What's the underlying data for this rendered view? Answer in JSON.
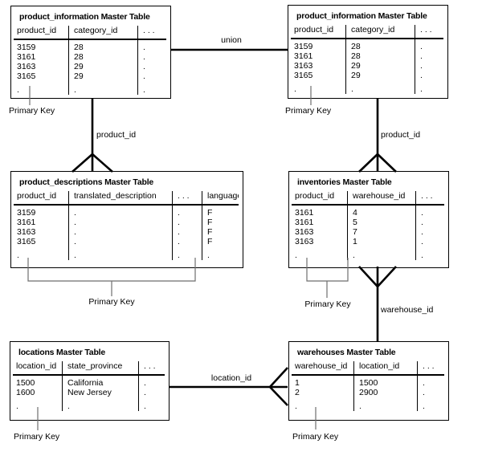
{
  "diagram": {
    "tables": [
      {
        "title": "product_information Master Table",
        "columns": [
          "product_id",
          "category_id",
          ". . ."
        ],
        "rows": [
          [
            "3159",
            "28",
            "."
          ],
          [
            "3161",
            "28",
            "."
          ],
          [
            "3163",
            "29",
            "."
          ],
          [
            "3165",
            "29",
            "."
          ],
          [
            ".",
            ".",
            "."
          ]
        ]
      },
      {
        "title": "product_information Master Table",
        "columns": [
          "product_id",
          "category_id",
          ". . ."
        ],
        "rows": [
          [
            "3159",
            "28",
            "."
          ],
          [
            "3161",
            "28",
            "."
          ],
          [
            "3163",
            "29",
            "."
          ],
          [
            "3165",
            "29",
            "."
          ],
          [
            ".",
            ".",
            "."
          ]
        ]
      },
      {
        "title": "product_descriptions Master Table",
        "columns": [
          "product_id",
          "translated_description",
          ". . .",
          "language_id"
        ],
        "rows": [
          [
            "3159",
            ".",
            ".",
            "F"
          ],
          [
            "3161",
            ".",
            ".",
            "F"
          ],
          [
            "3163",
            ".",
            ".",
            "F"
          ],
          [
            "3165",
            ".",
            ".",
            "F"
          ],
          [
            ".",
            ".",
            ".",
            "."
          ]
        ]
      },
      {
        "title": "inventories Master Table",
        "columns": [
          "product_id",
          "warehouse_id",
          ". . ."
        ],
        "rows": [
          [
            "3161",
            "4",
            "."
          ],
          [
            "3161",
            "5",
            "."
          ],
          [
            "3163",
            "7",
            "."
          ],
          [
            "3163",
            "1",
            "."
          ],
          [
            ".",
            ".",
            "."
          ]
        ]
      },
      {
        "title": "locations Master Table",
        "columns": [
          "location_id",
          "state_province",
          ". . ."
        ],
        "rows": [
          [
            "1500",
            "California",
            "."
          ],
          [
            "1600",
            "New Jersey",
            "."
          ],
          [
            ".",
            ".",
            "."
          ]
        ]
      },
      {
        "title": "warehouses Master Table",
        "columns": [
          "warehouse_id",
          "location_id",
          ". . ."
        ],
        "rows": [
          [
            "1",
            "1500",
            "."
          ],
          [
            "2",
            "2900",
            "."
          ],
          [
            ".",
            ".",
            "."
          ]
        ]
      }
    ],
    "labels": {
      "union": "union",
      "product_id_left": "product_id",
      "product_id_right": "product_id",
      "warehouse_id": "warehouse_id",
      "location_id": "location_id",
      "primary_key": "Primary Key"
    },
    "colors": {
      "line": "#000000",
      "leader": "#6e6e6e",
      "text": "#000000",
      "background": "#ffffff"
    }
  }
}
